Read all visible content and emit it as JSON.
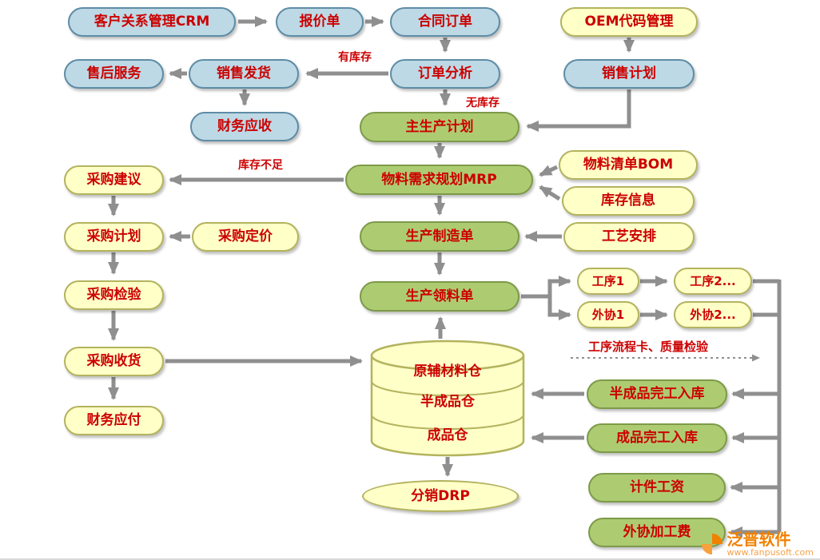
{
  "diagram": {
    "nodes": {
      "crm": "客户关系管理CRM",
      "quote": "报价单",
      "contract": "合同订单",
      "oem": "OEM代码管理",
      "aftersale": "售后服务",
      "shipping": "销售发货",
      "order_analysis": "订单分析",
      "sales_plan": "销售计划",
      "fin_recv": "财务应收",
      "mps": "主生产计划",
      "purch_sugg": "采购建议",
      "mrp": "物料需求规划MRP",
      "bom": "物料清单BOM",
      "inventory": "库存信息",
      "purch_plan": "采购计划",
      "purch_price": "采购定价",
      "mfg_order": "生产制造单",
      "process_plan": "工艺安排",
      "purch_insp": "采购检验",
      "pick_order": "生产领料单",
      "proc1": "工序1",
      "proc2": "工序2...",
      "out1": "外协1",
      "out2": "外协2...",
      "purch_recv": "采购收货",
      "fin_pay": "财务应付",
      "wip_in": "半成品完工入库",
      "fg_in": "成品完工入库",
      "drp": "分销DRP",
      "piece_wage": "计件工资",
      "out_fee": "外协加工费"
    },
    "warehouse": {
      "levels": [
        "原辅材料仓",
        "半成品仓",
        "成品仓"
      ]
    },
    "edge_labels": {
      "in_stock": "有库存",
      "no_stock": "无库存",
      "stock_shortage": "库存不足",
      "route_card": "工序流程卡、质量检验"
    },
    "watermark": {
      "brand": "泛普软件",
      "url": "www.fanpusoft.com"
    },
    "colors": {
      "blue_node": "#bdd9e5",
      "yellow_node": "#ffffc8",
      "green_node": "#adcc72",
      "node_text": "#cc0000",
      "arrow": "#8f8f8f",
      "watermark": "#f18101"
    }
  }
}
